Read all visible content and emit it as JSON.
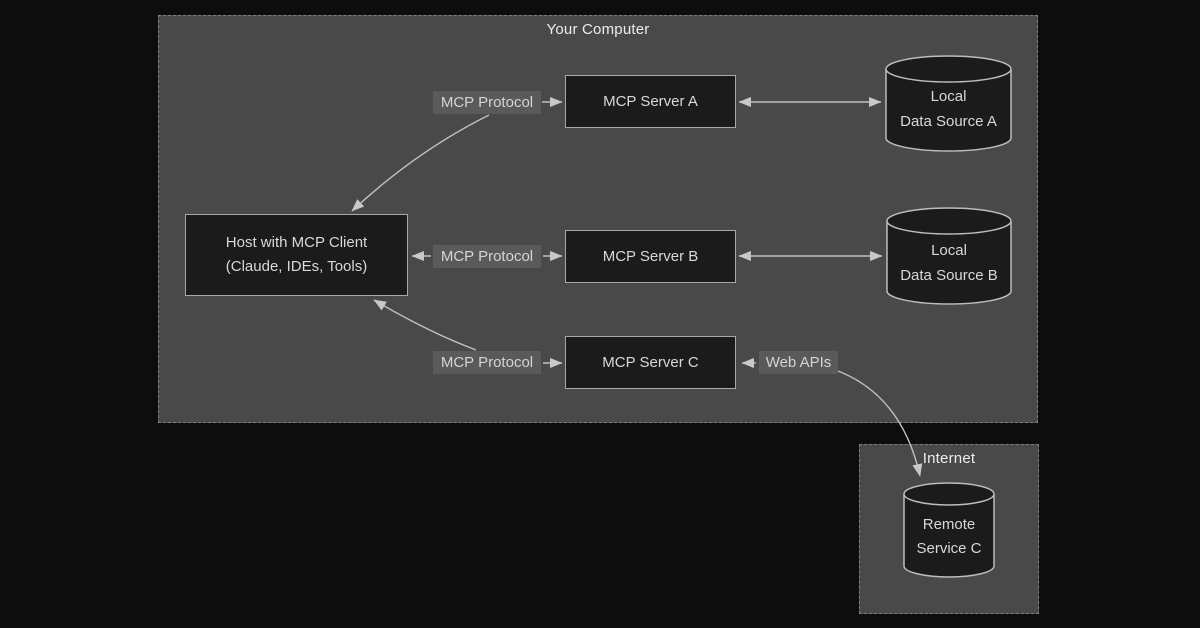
{
  "regions": {
    "your_computer": {
      "title": "Your Computer"
    },
    "internet": {
      "title": "Internet"
    }
  },
  "nodes": {
    "host": {
      "line1": "Host with MCP Client",
      "line2": "(Claude, IDEs, Tools)"
    },
    "server_a": {
      "label": "MCP Server A"
    },
    "server_b": {
      "label": "MCP Server B"
    },
    "server_c": {
      "label": "MCP Server C"
    },
    "data_source_a": {
      "line1": "Local",
      "line2": "Data Source A"
    },
    "data_source_b": {
      "line1": "Local",
      "line2": "Data Source B"
    },
    "remote_service_c": {
      "line1": "Remote",
      "line2": "Service C"
    }
  },
  "edge_labels": {
    "protocol_a": "MCP Protocol",
    "protocol_b": "MCP Protocol",
    "protocol_c": "MCP Protocol",
    "web_apis": "Web APIs"
  },
  "colors": {
    "canvas_background": "#0d0d0d",
    "region_fill": "#494949",
    "region_border": "#7e7e7e",
    "region_title_text": "#ededed",
    "node_fill": "#1b1b1b",
    "node_border": "#a8a8a8",
    "node_text": "#d8d8d8",
    "edge_label_background": "#5a5a5a",
    "edge_label_text": "#d4d4d4",
    "connector": "#c2c2c2"
  }
}
